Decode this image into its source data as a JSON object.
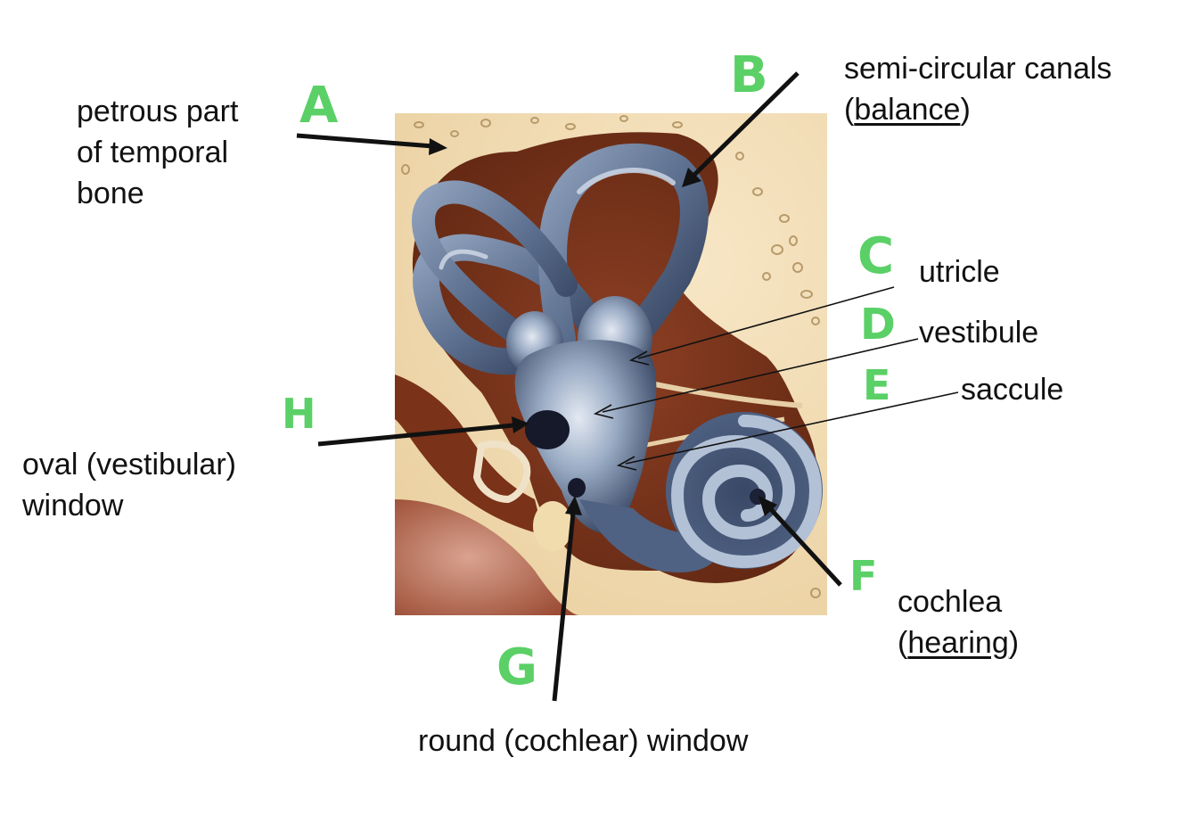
{
  "diagram": {
    "letters": {
      "a": "A",
      "b": "B",
      "c": "C",
      "d": "D",
      "e": "E",
      "f": "F",
      "g": "G",
      "h": "H"
    },
    "labels": {
      "petrous": [
        "petrous part",
        "of temporal",
        "bone"
      ],
      "semicircular": {
        "line1": "semi-circular canals",
        "open": "(",
        "underlined": "balance",
        "close": ")"
      },
      "utricle": "utricle",
      "vestibule": "vestibule",
      "saccule": "saccule",
      "oval_window": [
        "oval (vestibular)",
        "window"
      ],
      "cochlea": {
        "line1": "cochlea",
        "open": "(",
        "underlined": "hearing",
        "close": ")"
      },
      "round_window": "round (cochlear) window"
    },
    "colors": {
      "letter_green": "#5ad066",
      "bone": "#f3ddb4",
      "cavity_brown": "#7a3218",
      "membrane_blue": "#5b6e8e",
      "membrane_highlight": "#c9d4e4",
      "arrow": "#111111"
    }
  }
}
